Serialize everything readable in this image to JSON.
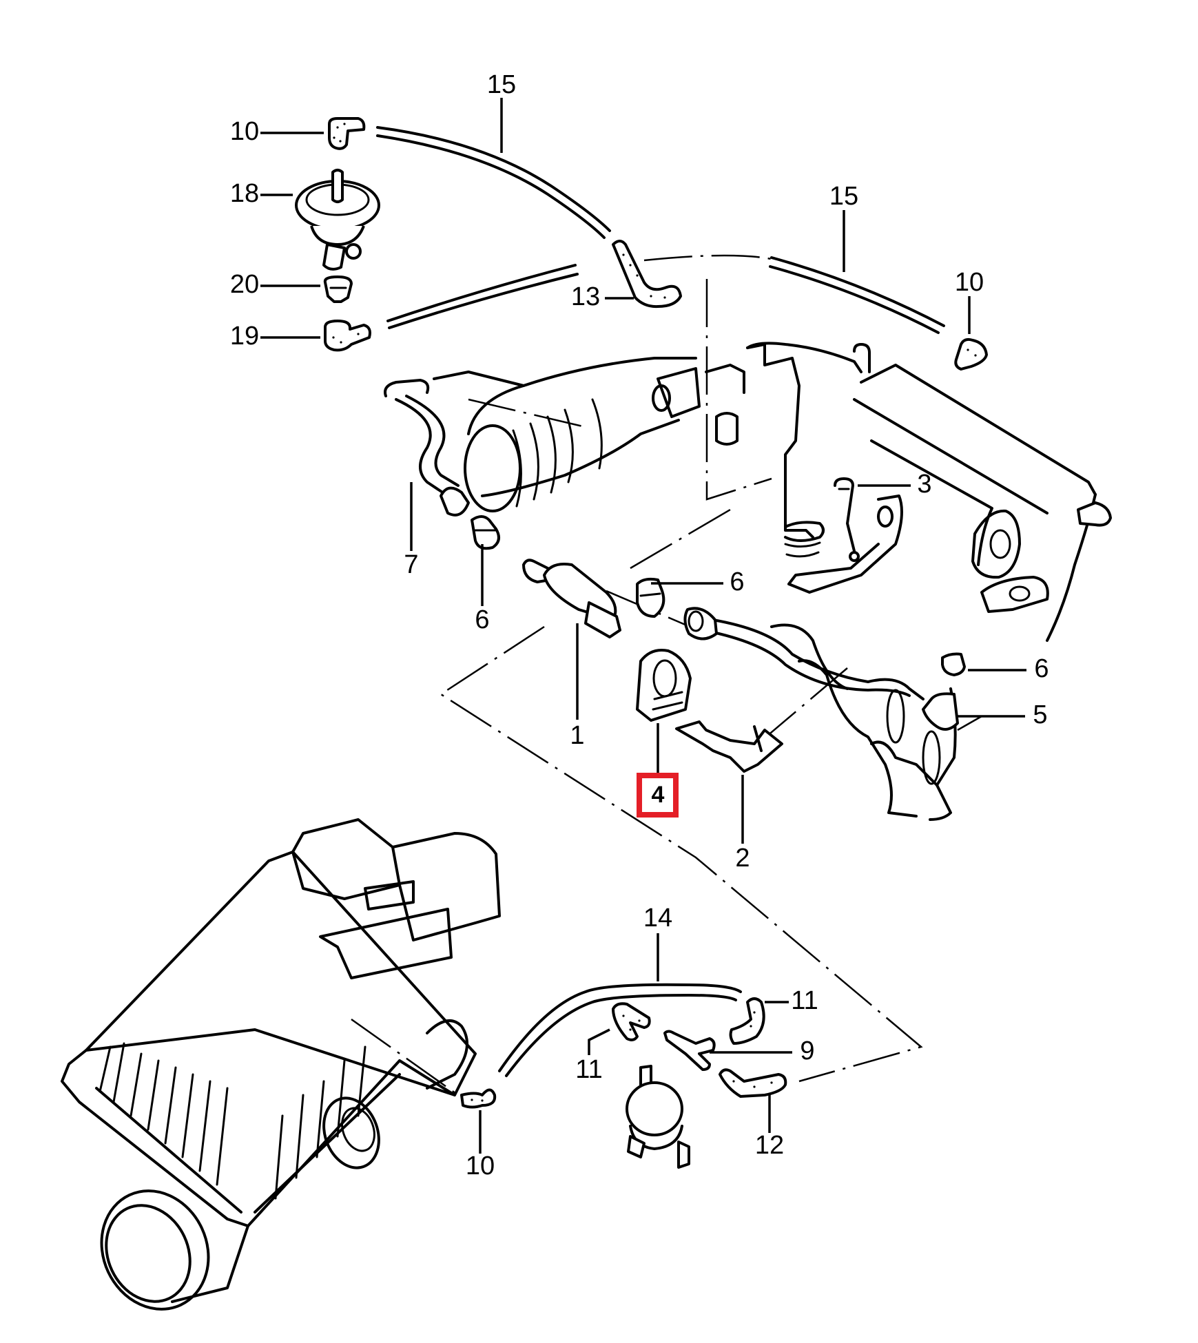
{
  "diagram": {
    "kind": "exploded parts diagram",
    "highlight_color": "#e41f27",
    "highlighted_part": "4",
    "callouts": {
      "c15_top": "15",
      "c10_top": "10",
      "c18": "18",
      "c20": "20",
      "c19": "19",
      "c13": "13",
      "c15_right": "15",
      "c10_right": "10",
      "c3": "3",
      "c7": "7",
      "c6_left": "6",
      "c6_mid": "6",
      "c1": "1",
      "c6_right": "6",
      "c5": "5",
      "c4": "4",
      "c2": "2",
      "c14": "14",
      "c11_right": "11",
      "c9": "9",
      "c11_left": "11",
      "c12": "12",
      "c10_bottom": "10"
    }
  }
}
